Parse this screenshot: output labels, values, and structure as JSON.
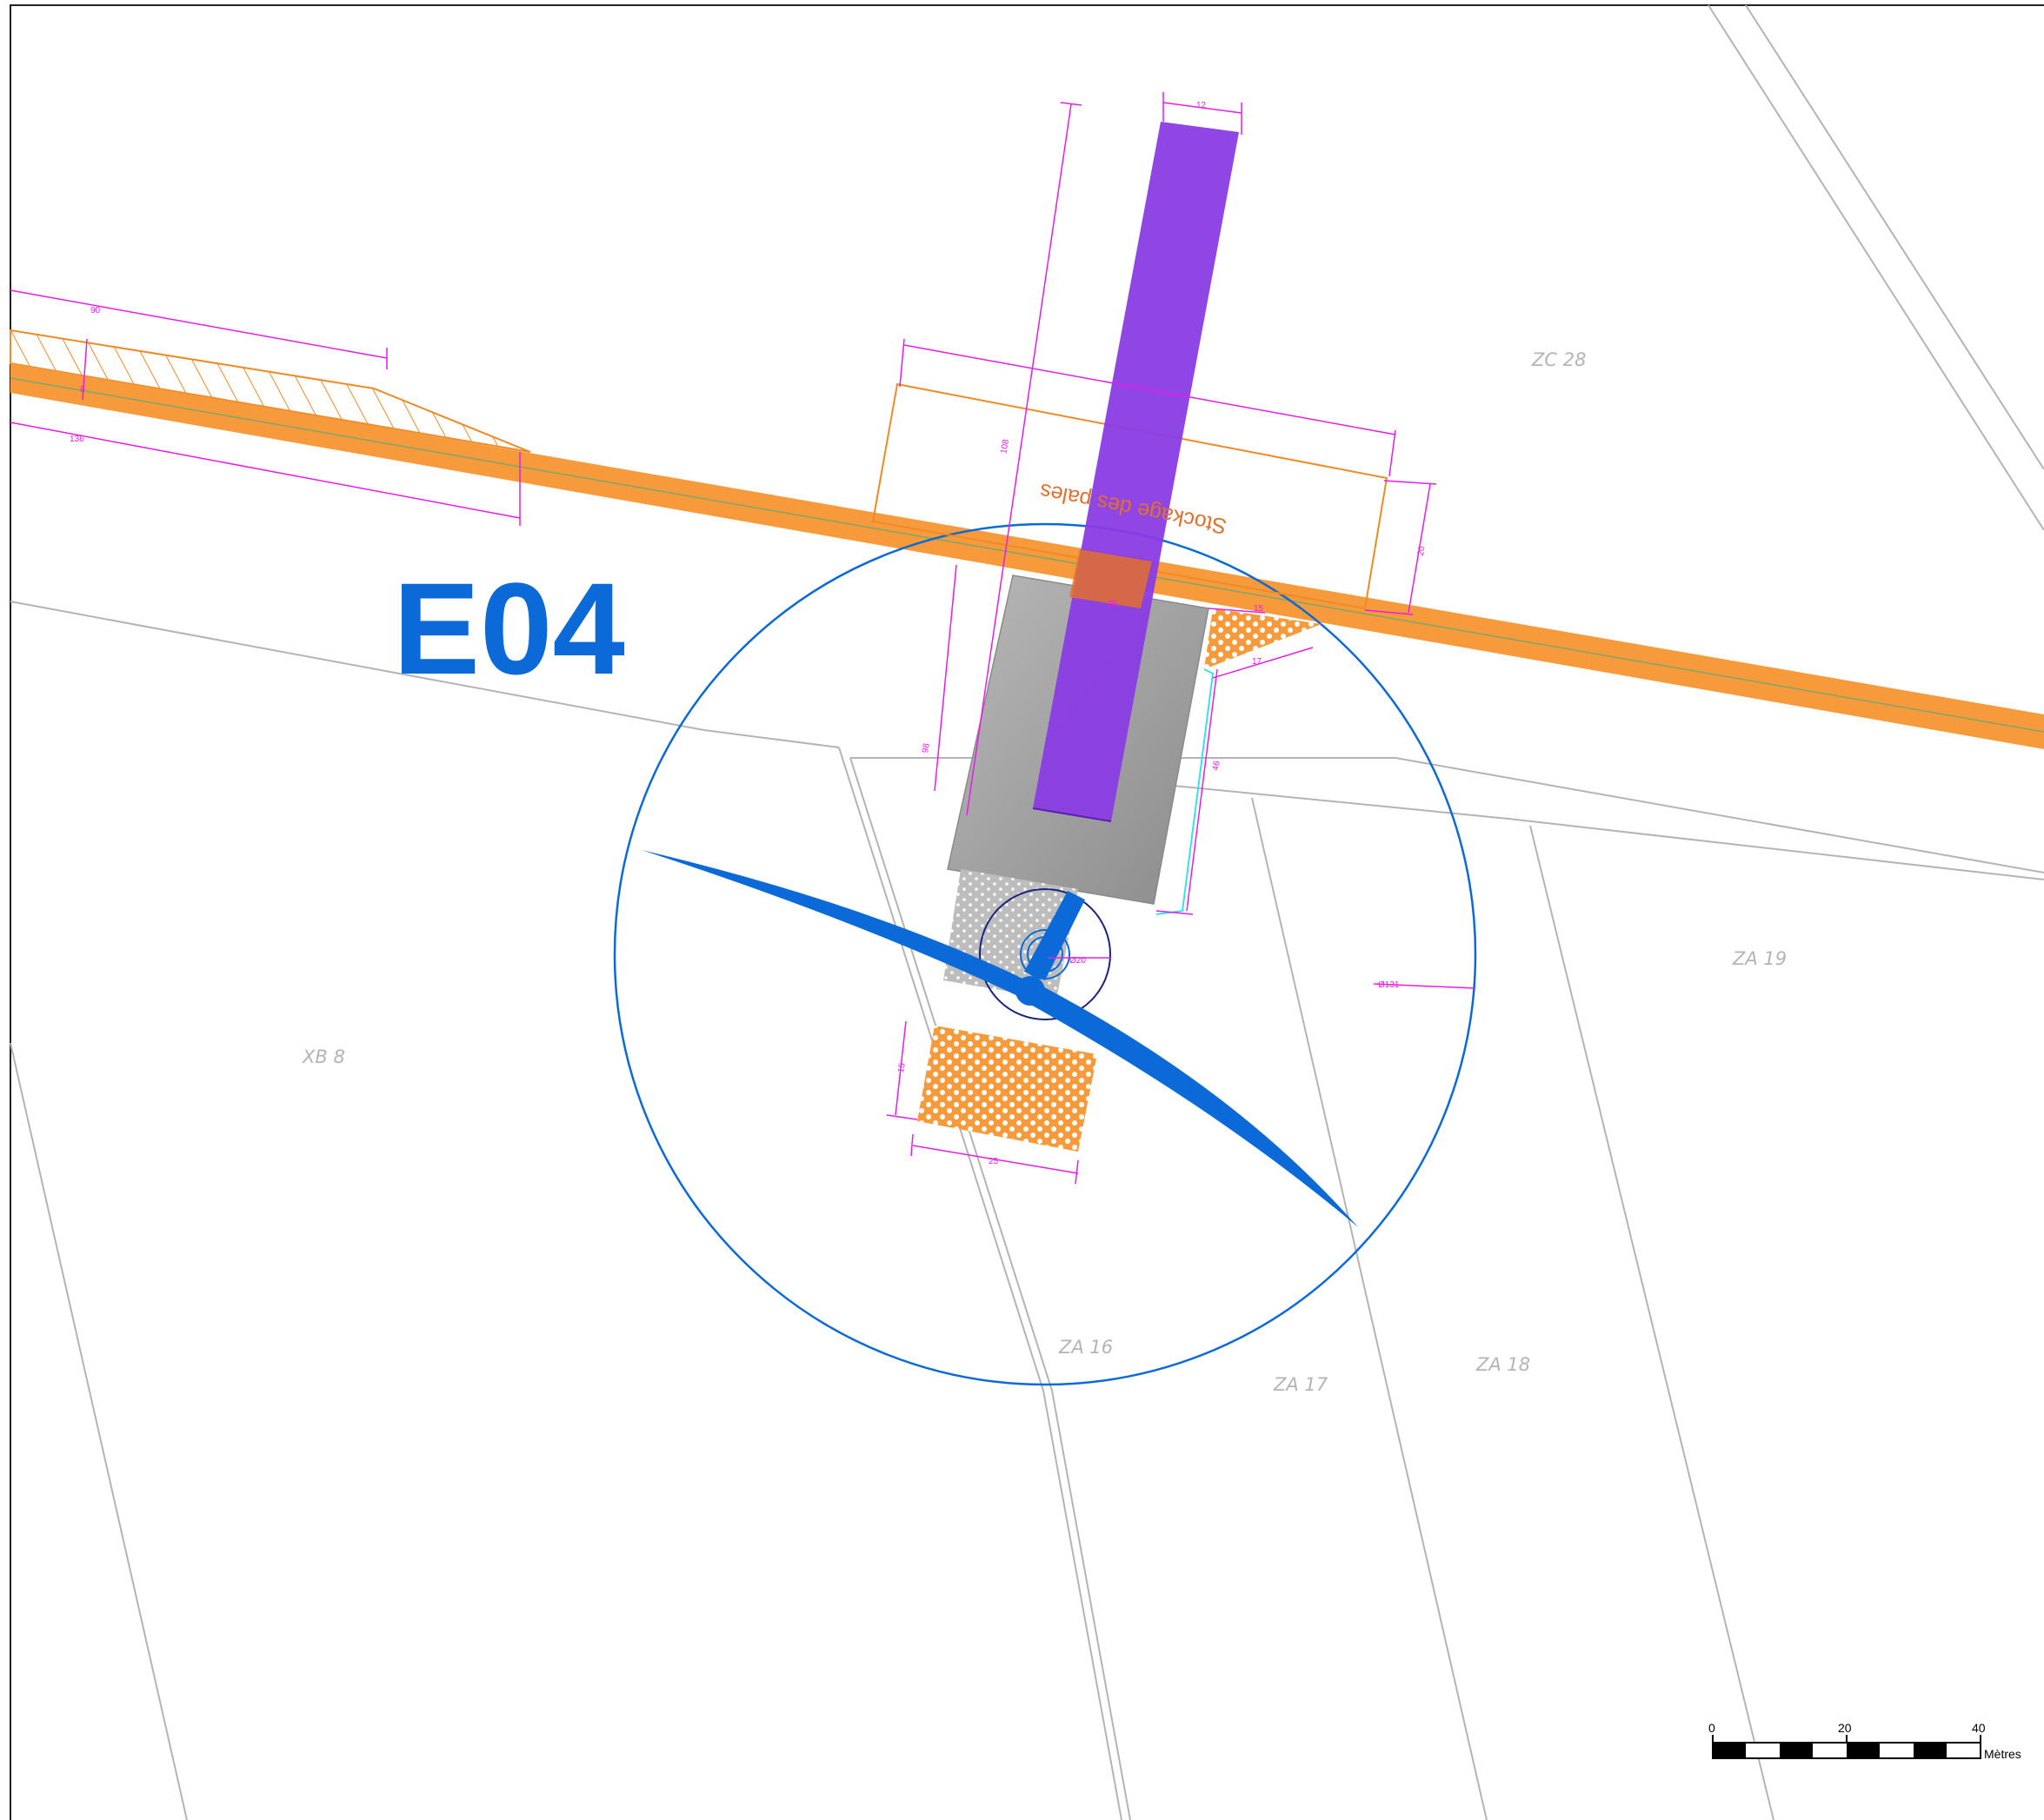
{
  "map": {
    "turbine_id": "E04",
    "storage_label": "Stockage des pales",
    "parcels": [
      "ZC 28",
      "ZA 19",
      "XB 8",
      "ZA 16",
      "ZA 17",
      "ZA 18"
    ],
    "dimensions": {
      "road_hatch_length": "90",
      "road_hatch_width": "8",
      "road_length": "136",
      "crane_pad_length": "108",
      "crane_pad_width": "12",
      "storage_width": "20",
      "platform_length": "98",
      "platform_width": "35",
      "access_top_width": "15",
      "access_side_width": "17",
      "access_length": "46",
      "foundation_diameter": "Ø20",
      "rotor_diameter": "Ø131",
      "temp_area_width": "15",
      "temp_area_length": "25"
    },
    "scale_bar": {
      "ticks": [
        "0",
        "20",
        "40"
      ],
      "unit": "Mètres"
    },
    "colors": {
      "title": "#0b6ad8",
      "road": "#f79a3c",
      "crane_pad": "#8a3be4",
      "platform": "#a0a0a0",
      "rotor": "#0b6ad8",
      "dimension": "#e81ce8",
      "parcel_line": "#b4b4b4"
    }
  }
}
